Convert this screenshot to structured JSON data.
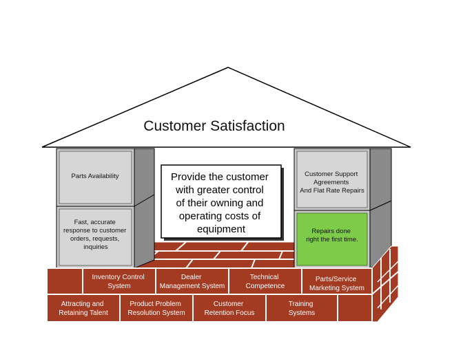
{
  "roof": {
    "title": "Customer Satisfaction"
  },
  "left_pillar": {
    "top_block": [
      "Parts Availability"
    ],
    "bottom_block": [
      "Fast, accurate",
      "response to customer",
      "orders, requests,",
      "inquiries"
    ]
  },
  "right_pillar": {
    "top_block": [
      "Customer Support",
      "Agreements",
      "And Flat Rate Repairs"
    ],
    "bottom_block": [
      "Repairs done",
      "right the first time."
    ]
  },
  "center_box": [
    "Provide the customer",
    "with greater control",
    "of their owning and",
    "operating costs of",
    "equipment"
  ],
  "foundation": {
    "row1": [
      [
        "Inventory Control",
        "System"
      ],
      [
        "Dealer",
        "Management System"
      ],
      [
        "Technical",
        "Competence"
      ],
      [
        "Parts/Service",
        "Marketing System"
      ]
    ],
    "row2": [
      [
        "Attracting and",
        "Retaining Talent"
      ],
      [
        "Product Problem",
        "Resolution System"
      ],
      [
        "Customer",
        "Retention Focus"
      ],
      [
        "Training",
        "Systems"
      ]
    ]
  },
  "colors": {
    "brick": "#a33a22",
    "mortar": "#ffffff",
    "block_face": "#d0d0d0",
    "block_side": "#8a8a8a",
    "highlight": "#7ecb4a"
  }
}
